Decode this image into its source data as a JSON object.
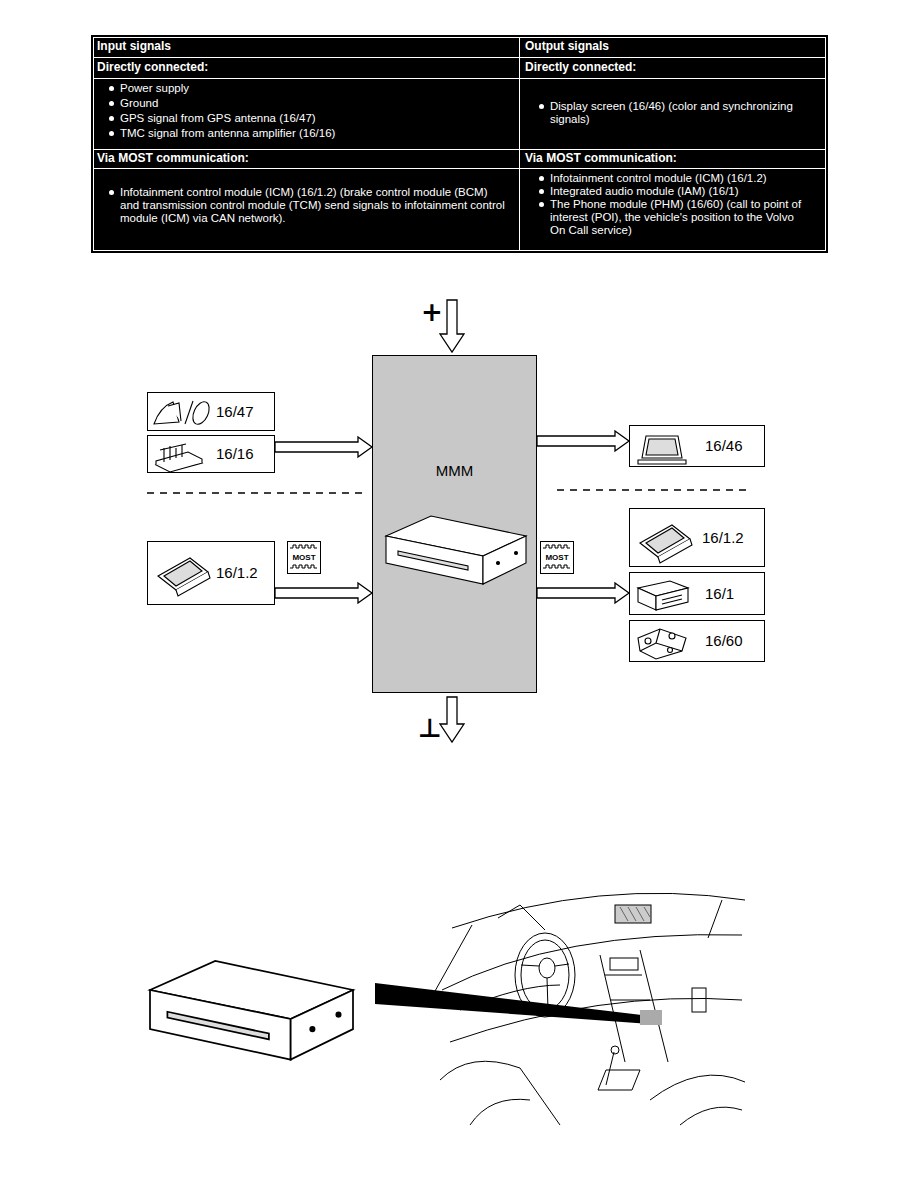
{
  "diagram": {
    "nodes": [
      {
        "text": [
          "MMM"
        ]
      },
      {
        "text": [
          "16/47"
        ]
      },
      {
        "text": [
          "16/16"
        ]
      },
      {
        "text": [
          "16/1.2"
        ]
      },
      {
        "text": [
          "16/46"
        ]
      },
      {
        "text": [
          "16/1.2"
        ]
      },
      {
        "text": [
          "16/1"
        ]
      },
      {
        "text": [
          "16/60"
        ]
      }
    ],
    "edges": [
      {
        "from": 2,
        "to": 0,
        "arrow": "to"
      },
      {
        "from": 3,
        "to": 0,
        "arrow": "to"
      },
      {
        "from": 0,
        "to": 4,
        "arrow": "to"
      },
      {
        "from": 0,
        "to": 6,
        "arrow": "to"
      }
    ],
    "labels": [
      "Input signals",
      "Output signals",
      "Directly connected:",
      "Directly connected:",
      "Power supply",
      "Ground",
      "GPS signal from GPS antenna (16/47)",
      "TMC signal from antenna amplifier (16/16)",
      "Display screen (16/46) (color and synchronizing signals)",
      "Via MOST communication:",
      "Via MOST communication:",
      "Infotainment control module (ICM) (16/1.2) (brake control module (BCM) and transmission control module (TCM) send signals to infotainment control module (ICM) via CAN network).",
      "Infotainment control module (ICM) (16/1.2)",
      "Integrated audio module (IAM) (16/1)",
      "The Phone module (PHM) (16/60) (call to point of interest (POI), the vehicle's position to the Volvo On Call service)",
      "+",
      "MOST",
      "MOST",
      "⊥"
    ]
  }
}
